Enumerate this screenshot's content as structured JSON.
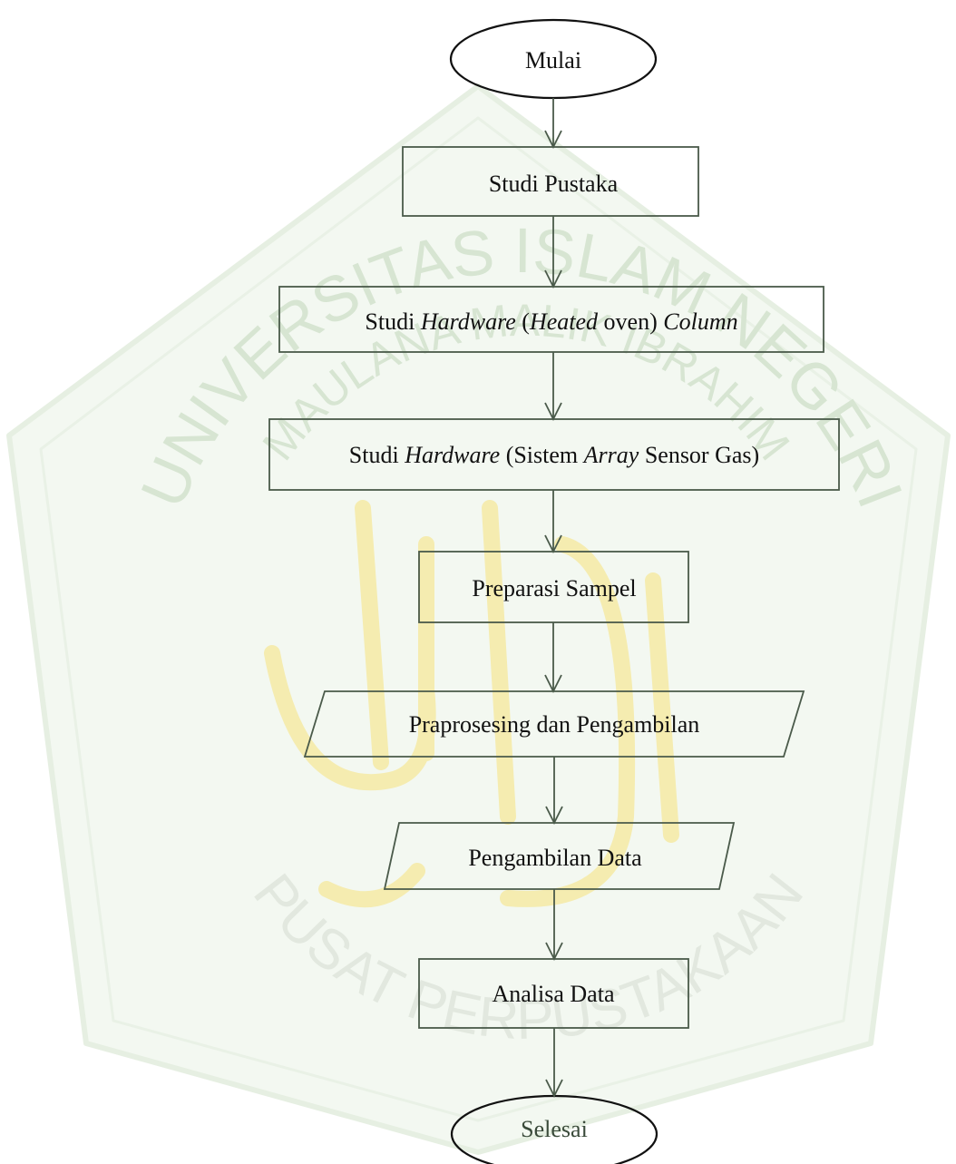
{
  "watermark": {
    "outer_text": "UNIVERSITAS ISLAM NEGERI",
    "inner_text": "MAULANA MALIK IBRAHIM",
    "bottom_text": "PUSAT PERPUSTAKAAN",
    "colors": {
      "shield": "#e6efe2",
      "text": "#d7e5d2",
      "calligraphy": "#f5ecb0"
    }
  },
  "flowchart": {
    "line_color": "#4a5a4a",
    "nodes": [
      {
        "id": "start",
        "shape": "terminator",
        "label": "Mulai"
      },
      {
        "id": "studi-pustaka",
        "shape": "process",
        "label": "Studi Pustaka"
      },
      {
        "id": "studi-hardware-heated",
        "shape": "process",
        "parts": [
          {
            "text": "Studi ",
            "italic": false
          },
          {
            "text": "Hardware",
            "italic": true
          },
          {
            "text": " (",
            "italic": false
          },
          {
            "text": "Heated",
            "italic": true
          },
          {
            "text": " oven) ",
            "italic": false
          },
          {
            "text": "Column",
            "italic": true
          }
        ]
      },
      {
        "id": "studi-hardware-array",
        "shape": "process",
        "parts": [
          {
            "text": "Studi ",
            "italic": false
          },
          {
            "text": "Hardware",
            "italic": true
          },
          {
            "text": " (Sistem ",
            "italic": false
          },
          {
            "text": "Array",
            "italic": true
          },
          {
            "text": " Sensor Gas)",
            "italic": false
          }
        ]
      },
      {
        "id": "preparasi-sampel",
        "shape": "process",
        "label": "Preparasi Sampel"
      },
      {
        "id": "praprosesing",
        "shape": "data",
        "label": "Praprosesing dan Pengambilan"
      },
      {
        "id": "pengambilan-data",
        "shape": "data",
        "label": "Pengambilan Data"
      },
      {
        "id": "analisa-data",
        "shape": "process",
        "label": "Analisa Data"
      },
      {
        "id": "end",
        "shape": "terminator",
        "label": "Selesai"
      }
    ]
  }
}
